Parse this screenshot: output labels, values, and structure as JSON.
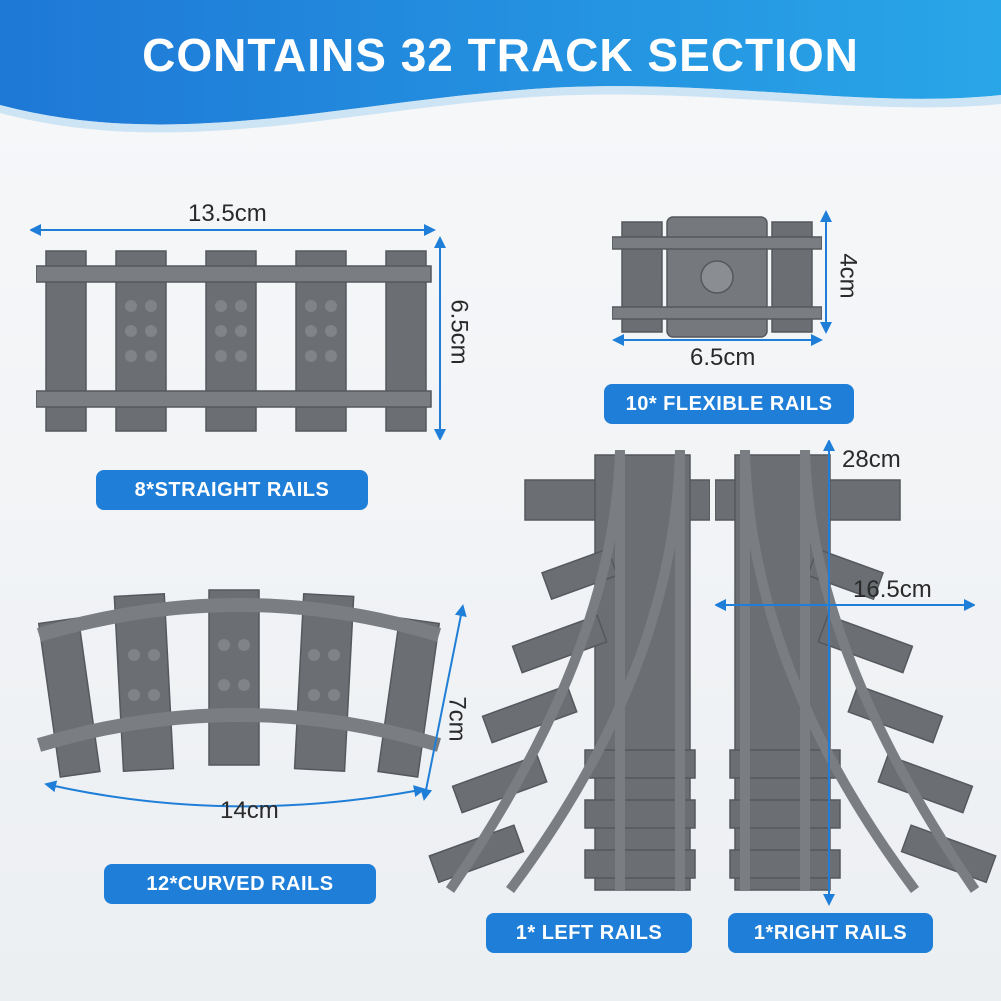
{
  "title": "CONTAINS 32 TRACK SECTION",
  "colors": {
    "accent_blue": "#1f7fd8",
    "track_grey": "#6b6e73",
    "track_dark": "#55585c"
  },
  "straight": {
    "width": "13.5cm",
    "height": "6.5cm",
    "label": "8*STRAIGHT RAILS"
  },
  "flexible": {
    "height": "4cm",
    "width": "6.5cm",
    "label": "10* FLEXIBLE RAILS"
  },
  "curved": {
    "height": "7cm",
    "width": "14cm",
    "label": "12*CURVED RAILS"
  },
  "switch": {
    "length": "28cm",
    "width": "16.5cm",
    "left_label": "1* LEFT RAILS",
    "right_label": "1*RIGHT RAILS"
  }
}
